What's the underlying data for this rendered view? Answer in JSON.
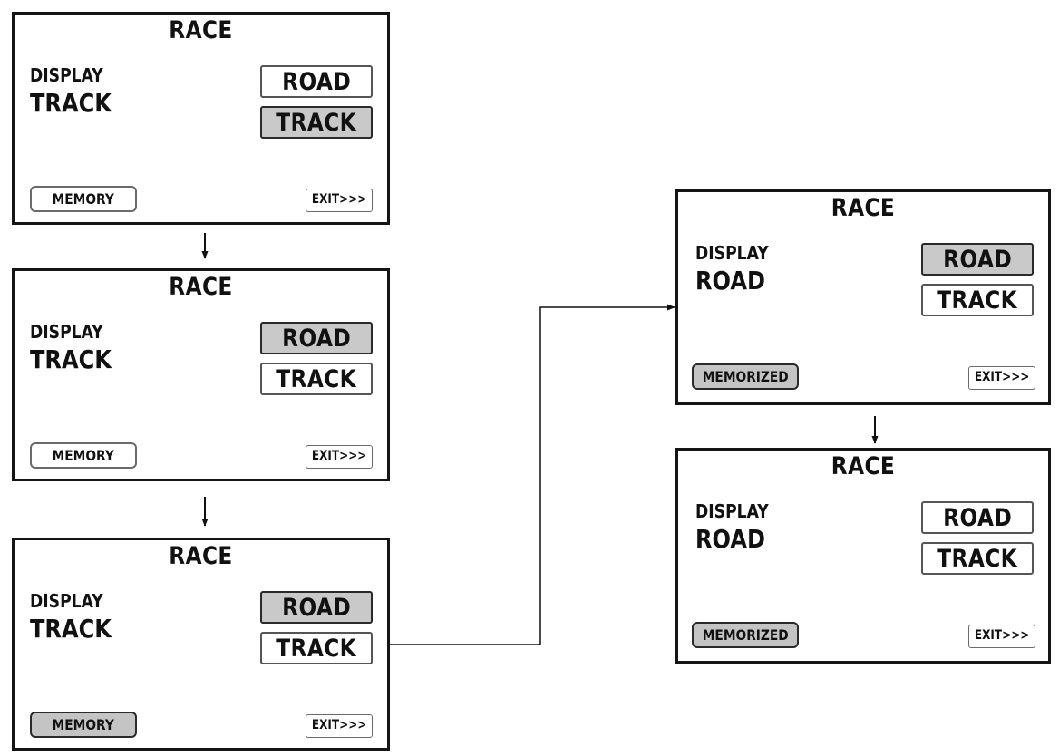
{
  "screens": [
    {
      "title": "RACE",
      "display_label": "DISPLAY",
      "display_value": "TRACK",
      "road": "ROAD",
      "track": "TRACK",
      "memory": "MEMORY",
      "exit": "EXIT>>>"
    },
    {
      "title": "RACE",
      "display_label": "DISPLAY",
      "display_value": "TRACK",
      "road": "ROAD",
      "track": "TRACK",
      "memory": "MEMORY",
      "exit": "EXIT>>>"
    },
    {
      "title": "RACE",
      "display_label": "DISPLAY",
      "display_value": "TRACK",
      "road": "ROAD",
      "track": "TRACK",
      "memory": "MEMORY",
      "exit": "EXIT>>>"
    },
    {
      "title": "RACE",
      "display_label": "DISPLAY",
      "display_value": "ROAD",
      "road": "ROAD",
      "track": "TRACK",
      "memory": "MEMORIZED",
      "exit": "EXIT>>>"
    },
    {
      "title": "RACE",
      "display_label": "DISPLAY",
      "display_value": "ROAD",
      "road": "ROAD",
      "track": "TRACK",
      "memory": "MEMORIZED",
      "exit": "EXIT>>>"
    }
  ],
  "colors": {
    "selected_fill": "#c9c9c9",
    "border": "#151515"
  }
}
